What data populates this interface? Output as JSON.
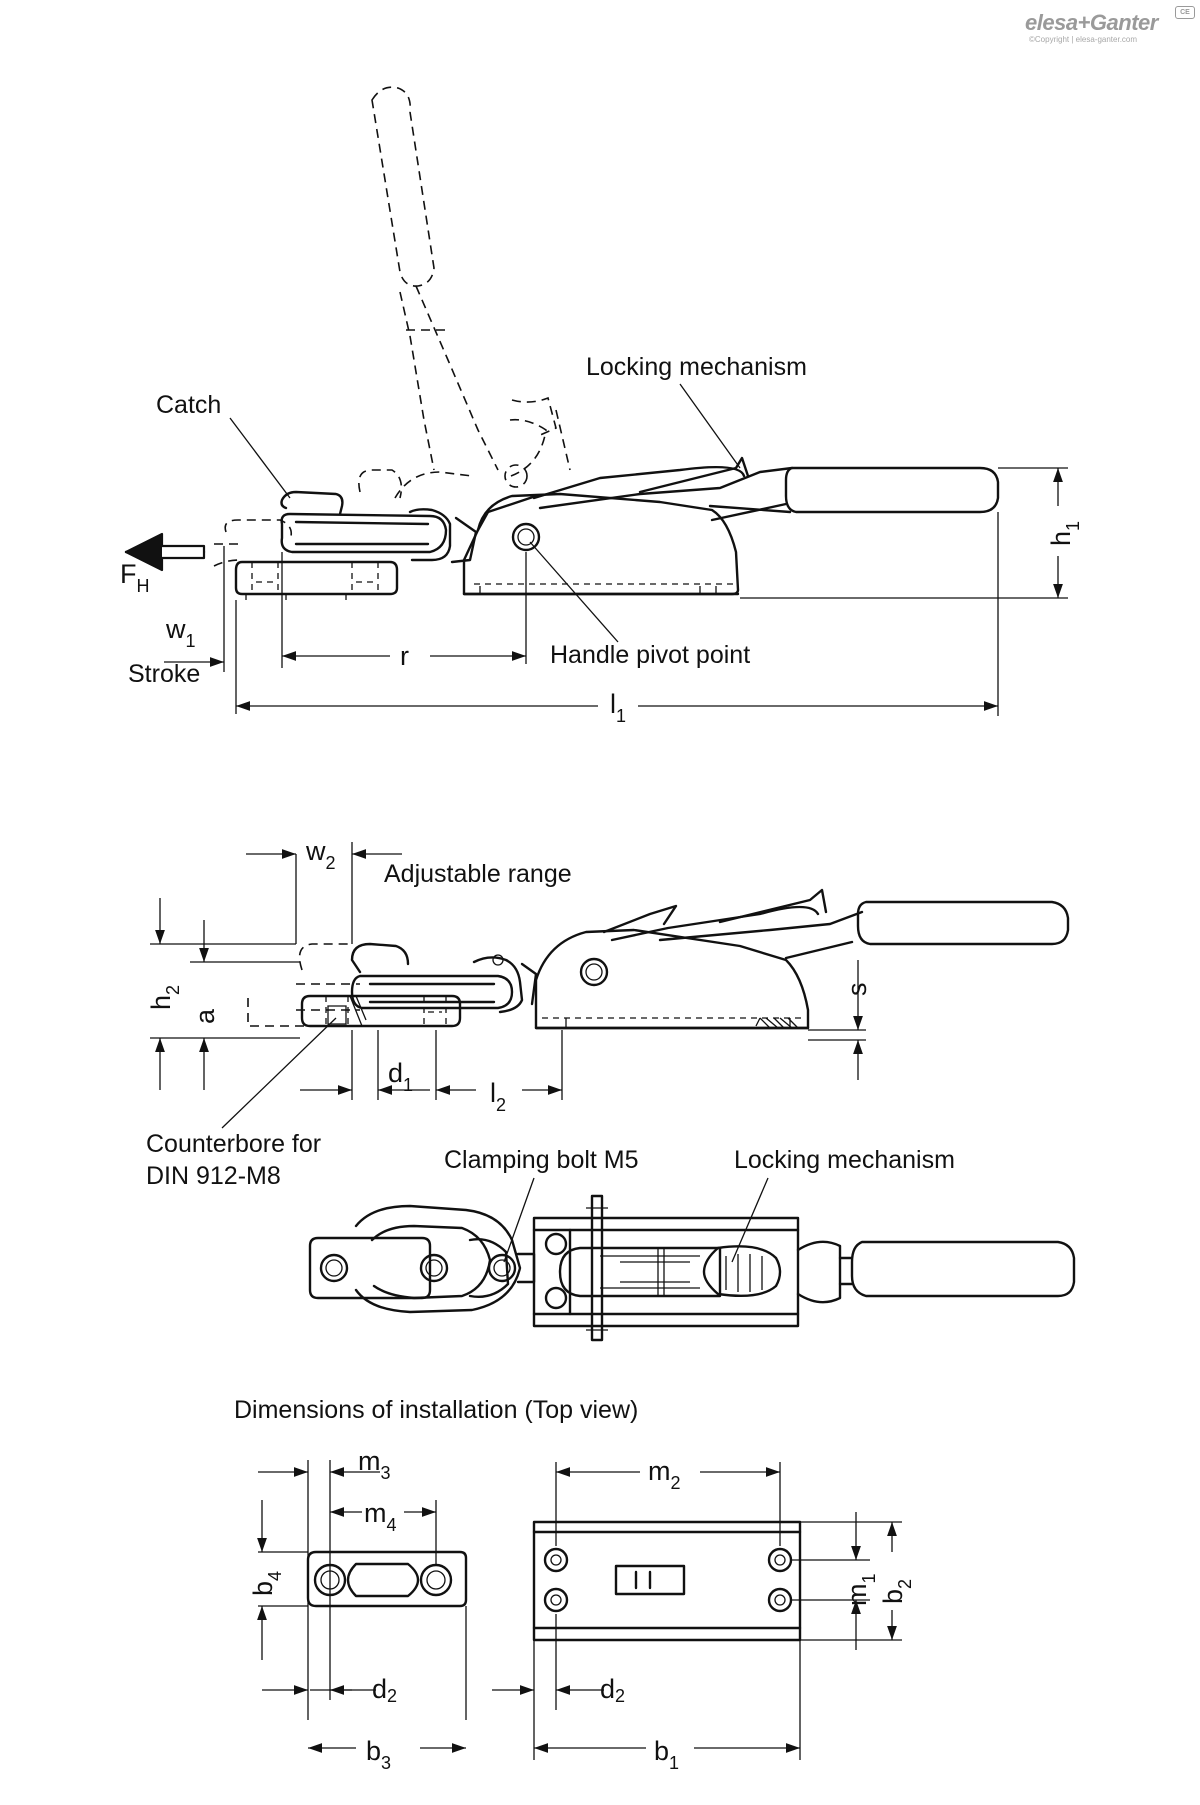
{
  "brand": {
    "logo": "elesa+Ganter",
    "badge": "CE",
    "copyright": "©Copyright | elesa-ganter.com"
  },
  "labels": {
    "locking_mechanism_top": "Locking mechanism",
    "catch": "Catch",
    "handle_pivot_point": "Handle pivot point",
    "stroke": "Stroke",
    "adjustable_range": "Adjustable range",
    "counterbore_line1": "Counterbore for",
    "counterbore_line2": "DIN 912-M8",
    "clamping_bolt": "Clamping bolt M5",
    "locking_mechanism_plan": "Locking mechanism",
    "installation_title": "Dimensions of installation (Top view)"
  },
  "dims": {
    "fh": {
      "main": "F",
      "sub": "H"
    },
    "w1": {
      "main": "w",
      "sub": "1"
    },
    "r": {
      "main": "r",
      "sub": ""
    },
    "l1": {
      "main": "l",
      "sub": "1"
    },
    "h1": {
      "main": "h",
      "sub": "1"
    },
    "w2": {
      "main": "w",
      "sub": "2"
    },
    "h2": {
      "main": "h",
      "sub": "2"
    },
    "a": {
      "main": "a",
      "sub": ""
    },
    "d1": {
      "main": "d",
      "sub": "1"
    },
    "l2": {
      "main": "l",
      "sub": "2"
    },
    "s": {
      "main": "s",
      "sub": ""
    },
    "m3": {
      "main": "m",
      "sub": "3"
    },
    "m4": {
      "main": "m",
      "sub": "4"
    },
    "b4": {
      "main": "b",
      "sub": "4"
    },
    "d2_left": {
      "main": "d",
      "sub": "2"
    },
    "b3": {
      "main": "b",
      "sub": "3"
    },
    "m2": {
      "main": "m",
      "sub": "2"
    },
    "m1": {
      "main": "m",
      "sub": "1"
    },
    "b2": {
      "main": "b",
      "sub": "2"
    },
    "d2_right": {
      "main": "d",
      "sub": "2"
    },
    "b1": {
      "main": "b",
      "sub": "1"
    }
  }
}
